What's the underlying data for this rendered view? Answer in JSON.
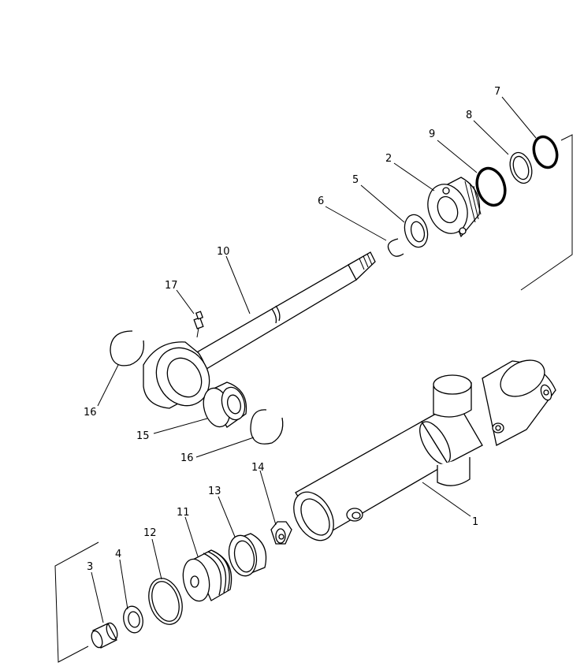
{
  "diagram": {
    "callouts": [
      {
        "id": "c1",
        "label": "1"
      },
      {
        "id": "c2",
        "label": "2"
      },
      {
        "id": "c3",
        "label": "3"
      },
      {
        "id": "c4",
        "label": "4"
      },
      {
        "id": "c5",
        "label": "5"
      },
      {
        "id": "c6",
        "label": "6"
      },
      {
        "id": "c7",
        "label": "7"
      },
      {
        "id": "c8",
        "label": "8"
      },
      {
        "id": "c9",
        "label": "9"
      },
      {
        "id": "c10",
        "label": "10"
      },
      {
        "id": "c11",
        "label": "11"
      },
      {
        "id": "c12",
        "label": "12"
      },
      {
        "id": "c13",
        "label": "13"
      },
      {
        "id": "c14",
        "label": "14"
      },
      {
        "id": "c15",
        "label": "15"
      },
      {
        "id": "c16a",
        "label": "16"
      },
      {
        "id": "c16b",
        "label": "16"
      },
      {
        "id": "c17",
        "label": "17"
      }
    ]
  }
}
